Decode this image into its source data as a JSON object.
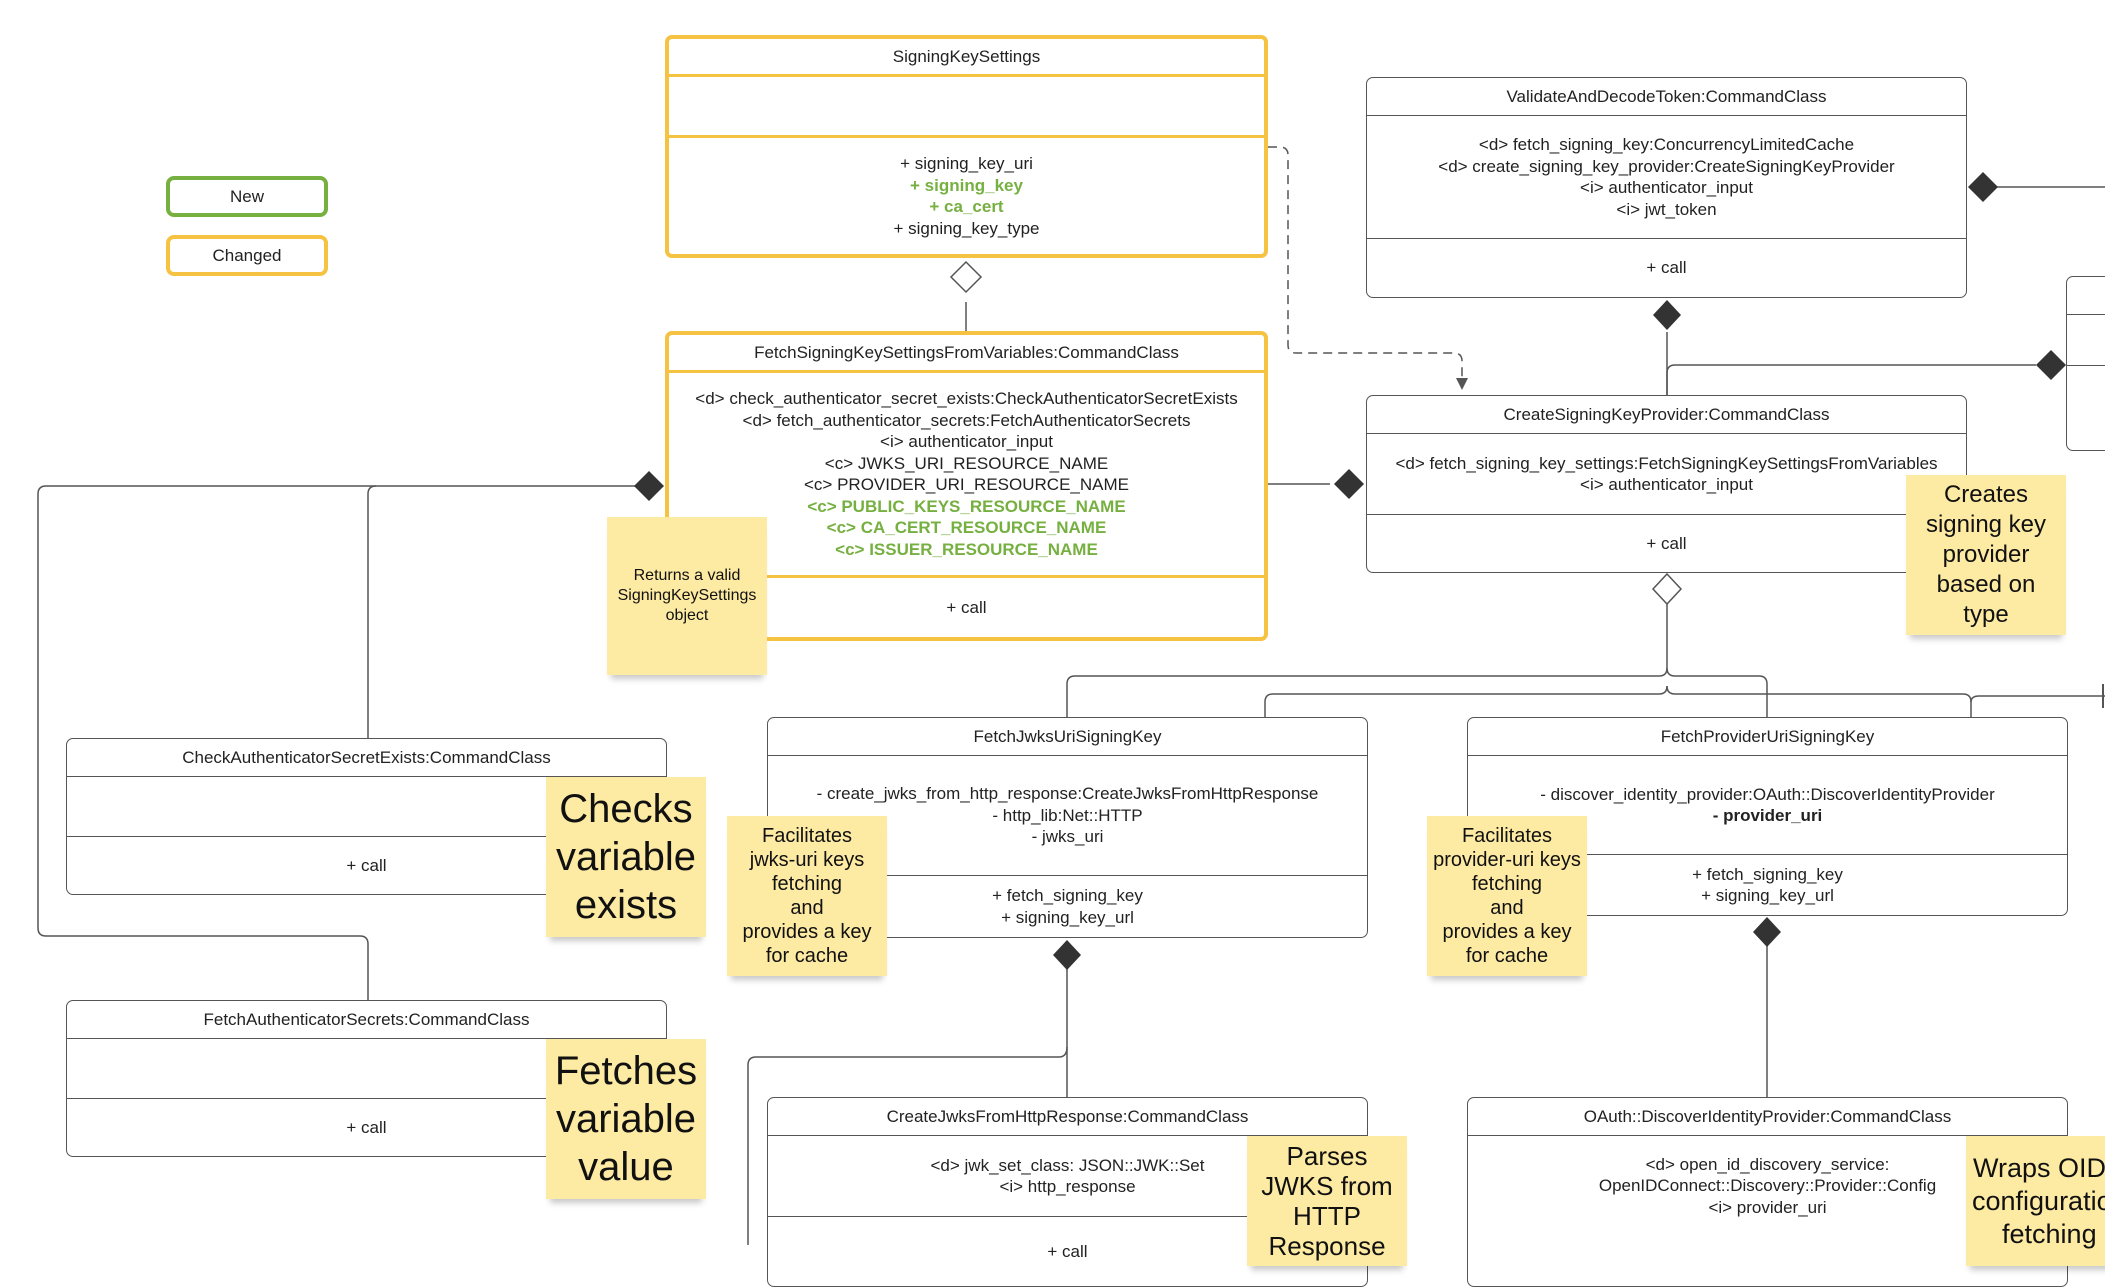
{
  "legend": {
    "new": {
      "label": "New",
      "color": "#76b041"
    },
    "changed": {
      "label": "Changed",
      "color": "#f5c242"
    }
  },
  "classes": {
    "signing_key_settings": {
      "title": "SigningKeySettings",
      "sections": [
        [],
        [
          {
            "text": "+ signing_key_uri"
          },
          {
            "text": "+ signing_key",
            "new": true
          },
          {
            "text": "+ ca_cert",
            "new": true
          },
          {
            "text": "+ signing_key_type"
          }
        ]
      ]
    },
    "fetch_settings": {
      "title": "FetchSigningKeySettingsFromVariables:CommandClass",
      "sections": [
        [
          {
            "text": "<d> check_authenticator_secret_exists:CheckAuthenticatorSecretExists"
          },
          {
            "text": "<d> fetch_authenticator_secrets:FetchAuthenticatorSecrets"
          },
          {
            "text": "<i> authenticator_input"
          },
          {
            "text": "<c> JWKS_URI_RESOURCE_NAME"
          },
          {
            "text": "<c> PROVIDER_URI_RESOURCE_NAME"
          },
          {
            "text": "<c> PUBLIC_KEYS_RESOURCE_NAME",
            "new": true
          },
          {
            "text": "<c> CA_CERT_RESOURCE_NAME",
            "new": true
          },
          {
            "text": "<c> ISSUER_RESOURCE_NAME",
            "new": true
          }
        ],
        [
          {
            "text": "+ call"
          }
        ]
      ]
    },
    "validate_decode": {
      "title": "ValidateAndDecodeToken:CommandClass",
      "sections": [
        [
          {
            "text": "<d> fetch_signing_key:ConcurrencyLimitedCache"
          },
          {
            "text": "<d> create_signing_key_provider:CreateSigningKeyProvider"
          },
          {
            "text": "<i> authenticator_input"
          },
          {
            "text": "<i> jwt_token"
          }
        ],
        [
          {
            "text": "+ call"
          }
        ]
      ]
    },
    "create_provider": {
      "title": "CreateSigningKeyProvider:CommandClass",
      "sections": [
        [
          {
            "text": "<d> fetch_signing_key_settings:FetchSigningKeySettingsFromVariables"
          },
          {
            "text": "<i> authenticator_input"
          }
        ],
        [
          {
            "text": "+ call"
          }
        ]
      ]
    },
    "check_secret": {
      "title": "CheckAuthenticatorSecretExists:CommandClass",
      "sections": [
        [],
        [
          {
            "text": "+ call"
          }
        ]
      ]
    },
    "fetch_secrets": {
      "title": "FetchAuthenticatorSecrets:CommandClass",
      "sections": [
        [],
        [
          {
            "text": "+ call"
          }
        ]
      ]
    },
    "fetch_jwks": {
      "title": "FetchJwksUriSigningKey",
      "sections": [
        [
          {
            "text": "- create_jwks_from_http_response:CreateJwksFromHttpResponse"
          },
          {
            "text": "- http_lib:Net::HTTP"
          },
          {
            "text": "- jwks_uri"
          }
        ],
        [
          {
            "text": "+ fetch_signing_key"
          },
          {
            "text": "+ signing_key_url"
          }
        ]
      ]
    },
    "fetch_provider": {
      "title": "FetchProviderUriSigningKey",
      "sections": [
        [
          {
            "text": "- discover_identity_provider:OAuth::DiscoverIdentityProvider"
          },
          {
            "text": "- provider_uri",
            "bold": true
          }
        ],
        [
          {
            "text": "+ fetch_signing_key"
          },
          {
            "text": "+ signing_key_url"
          }
        ]
      ]
    },
    "create_jwks": {
      "title": "CreateJwksFromHttpResponse:CommandClass",
      "sections": [
        [
          {
            "text": "<d> jwk_set_class: JSON::JWK::Set"
          },
          {
            "text": "<i> http_response"
          }
        ],
        [
          {
            "text": "+ call"
          }
        ]
      ]
    },
    "oauth_discover": {
      "title": "OAuth::DiscoverIdentityProvider:CommandClass",
      "sections": [
        [
          {
            "text": "<d> open_id_discovery_service:"
          },
          {
            "text": "OpenIDConnect::Discovery::Provider::Config"
          },
          {
            "text": "<i> provider_uri"
          }
        ]
      ]
    }
  },
  "notes": {
    "returns_valid": "Returns a valid\nSigningKeySettings\nobject",
    "creates_provider": "Creates\nsigning key\nprovider\nbased on\ntype",
    "checks_variable": "Checks\nvariable\nexists",
    "fetches_variable": "Fetches\nvariable\nvalue",
    "facilitates_jwks": "Facilitates\njwks-uri keys\nfetching\nand\nprovides a key\nfor cache",
    "facilitates_provider": "Facilitates\nprovider-uri keys\nfetching\nand\nprovides a key\nfor cache",
    "parses_jwks": "Parses\nJWKS from\nHTTP\nResponse",
    "wraps_oidc": "Wraps OIDC\nconfiguration\nfetching"
  }
}
